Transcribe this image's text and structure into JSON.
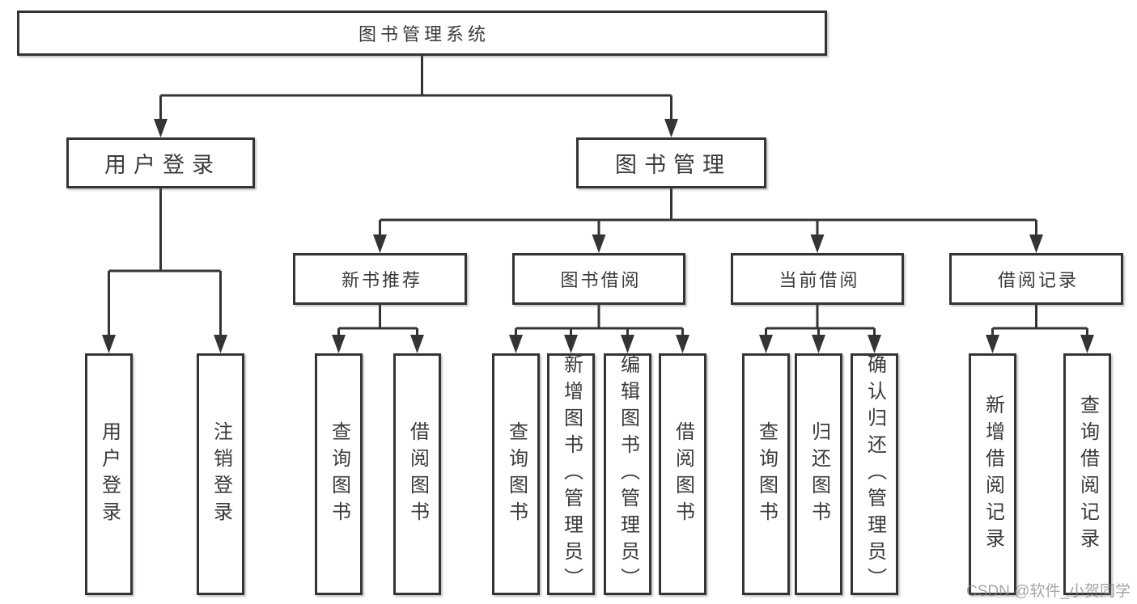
{
  "tree": {
    "root": "图书管理系统",
    "branches": [
      {
        "label": "用户登录",
        "leaves": [
          "用户登录",
          "注销登录"
        ]
      },
      {
        "label": "图书管理",
        "groups": [
          {
            "label": "新书推荐",
            "leaves": [
              "查询图书",
              "借阅图书"
            ]
          },
          {
            "label": "图书借阅",
            "leaves": [
              "查询图书",
              "新增图书（管理员）",
              "编辑图书（管理员）",
              "借阅图书"
            ]
          },
          {
            "label": "当前借阅",
            "leaves": [
              "查询图书",
              "归还图书",
              "确认归还（管理员）"
            ]
          },
          {
            "label": "借阅记录",
            "leaves": [
              "新增借阅记录",
              "查询借阅记录"
            ]
          }
        ]
      }
    ]
  },
  "watermark": {
    "text": "CSDN @软件_小贺同学"
  }
}
